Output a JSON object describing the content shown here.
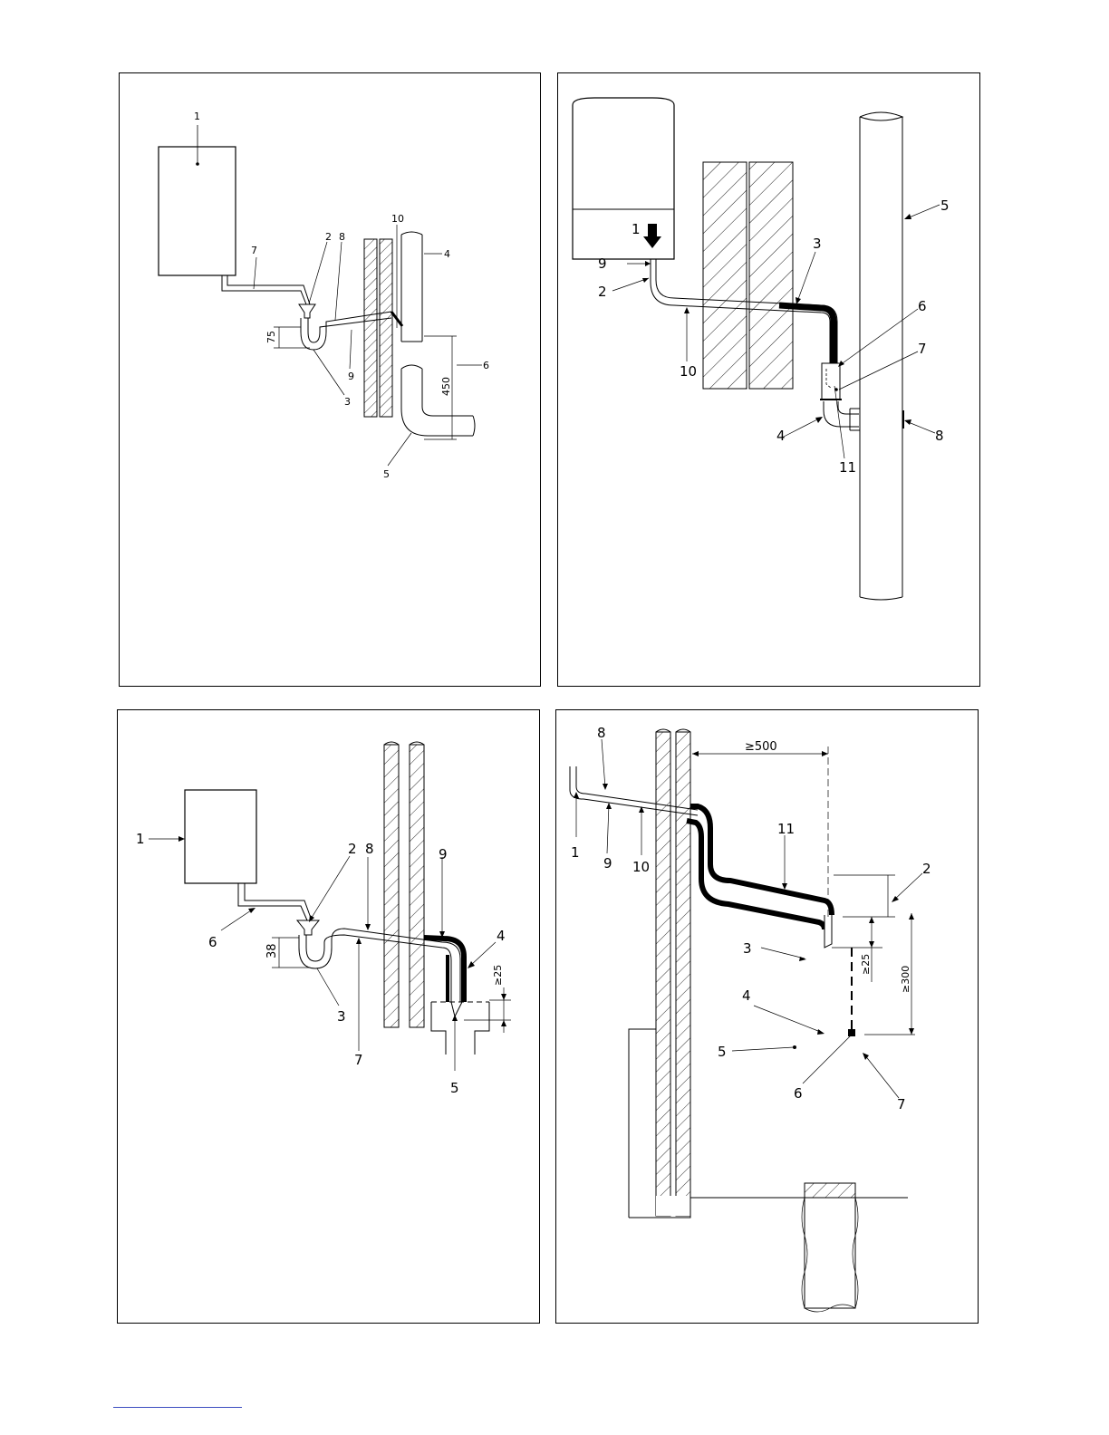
{
  "panels": {
    "a": {
      "labels": {
        "n1": "1",
        "n2": "2",
        "n3": "3",
        "n4": "4",
        "n5": "5",
        "n6": "6",
        "n7": "7",
        "n8": "8",
        "n9": "9",
        "n10": "10"
      },
      "dims": {
        "d75": "75",
        "d450": "450"
      }
    },
    "b": {
      "labels": {
        "n1": "1",
        "n2": "2",
        "n3": "3",
        "n4": "4",
        "n5": "5",
        "n6": "6",
        "n7": "7",
        "n8": "8",
        "n9": "9",
        "n10": "10",
        "n11": "11"
      }
    },
    "c": {
      "labels": {
        "n1": "1",
        "n2": "2",
        "n3": "3",
        "n4": "4",
        "n5": "5",
        "n6": "6",
        "n7": "7",
        "n8": "8",
        "n9": "9"
      },
      "dims": {
        "d38": "38",
        "d25": "≥25"
      }
    },
    "d": {
      "labels": {
        "n1": "1",
        "n2": "2",
        "n3": "3",
        "n4": "4",
        "n5": "5",
        "n6": "6",
        "n7": "7",
        "n8": "8",
        "n9": "9",
        "n10": "10",
        "n11": "11"
      },
      "dims": {
        "d500": "≥500",
        "d25": "≥25",
        "d300": "≥300"
      }
    }
  },
  "colors": {
    "line": "#000000",
    "hatch": "#000000",
    "insulation": "#000000",
    "link": "#3b4cc0"
  }
}
